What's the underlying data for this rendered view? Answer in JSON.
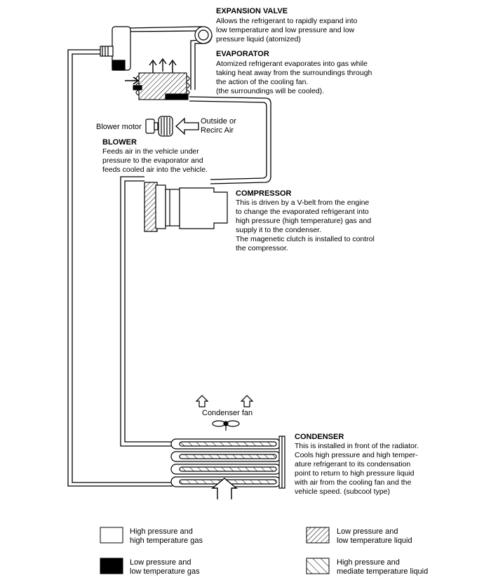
{
  "sections": {
    "expansion_valve": {
      "title": "EXPANSION VALVE",
      "lines": [
        "Allows the refrigerant to rapidly expand into",
        "low temperature and low pressure and low",
        "pressure liquid (atomized)"
      ]
    },
    "evaporator": {
      "title": "EVAPORATOR",
      "lines": [
        "Atomized refrigerant evaporates into gas while",
        "taking heat away from the surroundings through",
        "the action of the cooling fan.",
        "(the surroundings will be cooled)."
      ]
    },
    "blower": {
      "title": "BLOWER",
      "lines": [
        "Feeds air in the vehicle under",
        "pressure to the evaporator and",
        "feeds cooled air into the vehicle."
      ]
    },
    "compressor": {
      "title": "COMPRESSOR",
      "lines": [
        "This is driven by a V-belt from the engine",
        "to change the evaporated refrigerant into",
        "high pressure (high temperature) gas and",
        "supply it to the condenser.",
        "The magenetic clutch is installed to control",
        "the compressor."
      ]
    },
    "condenser": {
      "title": "CONDENSER",
      "lines": [
        "This is installed in front of the radiator.",
        "Cools high pressure and high temper-",
        "ature refrigerant to its condensation",
        "point to return to high pressure liquid",
        "with air from the cooling fan and the",
        "vehicle speed. (subcool type)"
      ]
    }
  },
  "labels": {
    "blower_motor": "Blower motor",
    "outside_air_1": "Outside or",
    "outside_air_2": "Recirc Air",
    "condenser_fan": "Condenser fan"
  },
  "legend": [
    {
      "line1": "High pressure and",
      "line2": "high temperature gas",
      "pattern": "white"
    },
    {
      "line1": "Low pressure and",
      "line2": "low temperature liquid",
      "pattern": "hatch-dense"
    },
    {
      "line1": "Low pressure and",
      "line2": "low temperature gas",
      "pattern": "black"
    },
    {
      "line1": "High pressure and",
      "line2": "mediate temperature liquid",
      "pattern": "hatch-sparse"
    }
  ],
  "colors": {
    "ink": "#000000",
    "paper": "#ffffff"
  }
}
